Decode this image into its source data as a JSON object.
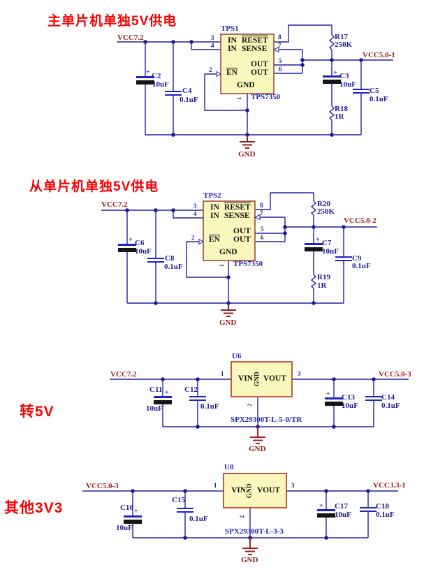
{
  "sym": {
    "plus": "+"
  },
  "s1": {
    "title": "主单片机单独5V供电",
    "net_in": "VCC7.2",
    "net_out": "VCC5.0-1",
    "gnd": "GND",
    "ic": {
      "ref": "TPS1",
      "part": "TPS7350",
      "in_a": "IN",
      "in_b": "IN",
      "reset": "RESET",
      "sense": "SENSE",
      "out_a": "OUT",
      "out_b": "OUT",
      "en": "EN",
      "gnd": "GND"
    },
    "pins": {
      "p1": "1",
      "p2": "2",
      "p3": "3",
      "p4": "4",
      "p5": "5",
      "p6": "6",
      "p7": "7",
      "p8": "8"
    },
    "c_in": {
      "ref": "C2",
      "val": "10uF"
    },
    "c_in2": {
      "ref": "C4",
      "val": "0.1uF"
    },
    "r_top": {
      "ref": "R17",
      "val": "250K"
    },
    "c_out": {
      "ref": "C3",
      "val": "10uF"
    },
    "r_bot": {
      "ref": "R18",
      "val": "1R"
    },
    "c_out2": {
      "ref": "C5",
      "val": "0.1uF"
    }
  },
  "s2": {
    "title": "从单片机单独5V供电",
    "net_in": "VCC7.2",
    "net_out": "VCC5.0-2",
    "gnd": "GND",
    "ic": {
      "ref": "TPS2",
      "part": "TPS7350",
      "in_a": "IN",
      "in_b": "IN",
      "reset": "RESET",
      "sense": "SENSE",
      "out_a": "OUT",
      "out_b": "OUT",
      "en": "EN",
      "gnd": "GND"
    },
    "pins": {
      "p1": "1",
      "p2": "2",
      "p3": "3",
      "p4": "4",
      "p5": "5",
      "p6": "6",
      "p7": "7",
      "p8": "8"
    },
    "c_in": {
      "ref": "C6",
      "val": "10uF"
    },
    "c_in2": {
      "ref": "C8",
      "val": "0.1uF"
    },
    "r_top": {
      "ref": "R20",
      "val": "250K"
    },
    "c_out": {
      "ref": "C7",
      "val": "10uF"
    },
    "r_bot": {
      "ref": "R19",
      "val": "1R"
    },
    "c_out2": {
      "ref": "C9",
      "val": "0.1uF"
    }
  },
  "s3": {
    "title": "转5V",
    "net_in": "VCC7.2",
    "net_out": "VCC5.0-3",
    "gnd": "GND",
    "ic": {
      "ref": "U6",
      "part": "SPX29300T-L-5-0/TR",
      "vin": "VIN",
      "vout": "VOUT",
      "gnd": "GND"
    },
    "pins": {
      "p1": "1",
      "p2": "2",
      "p3": "3"
    },
    "c_in": {
      "ref": "C11",
      "val": "10uF"
    },
    "c_in2": {
      "ref": "C12",
      "val": "0.1uF"
    },
    "c_out": {
      "ref": "C13",
      "val": "10uF"
    },
    "c_out2": {
      "ref": "C14",
      "val": "0.1uF"
    }
  },
  "s4": {
    "title": "其他3V3",
    "net_in": "VCC5.0-3",
    "net_out": "VCC3.3-1",
    "gnd": "GND",
    "ic": {
      "ref": "U8",
      "part": "SPX29300T-L-3-3",
      "vin": "VIN",
      "vout": "VOUT",
      "gnd": "GND"
    },
    "pins": {
      "p1": "1",
      "p2": "2",
      "p3": "3"
    },
    "c_in": {
      "ref": "C16",
      "val": "10uF"
    },
    "c_in2": {
      "ref": "C15",
      "val": "0.1uF"
    },
    "c_out": {
      "ref": "C17",
      "val": "10uF"
    },
    "c_out2": {
      "ref": "C18",
      "val": "0.1uF"
    }
  }
}
